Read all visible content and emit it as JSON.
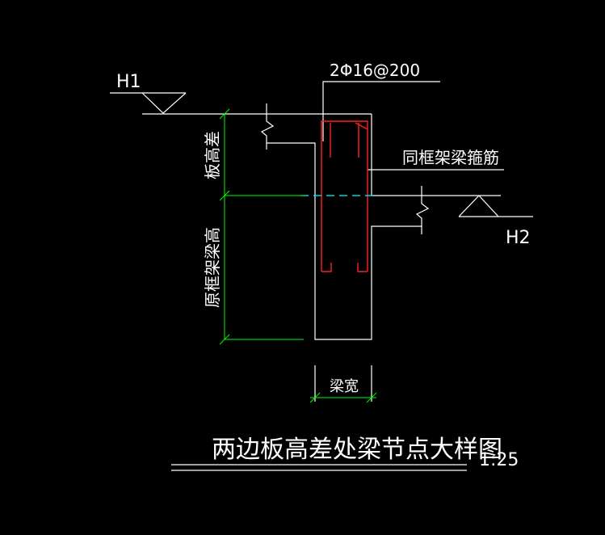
{
  "drawing": {
    "title": "两边板高差处梁节点大样图",
    "scale": "1:25",
    "labels": {
      "h1": "H1",
      "h2": "H2",
      "rebar_top": "2Φ16@200",
      "stirrup_note": "同框架梁箍筋",
      "slab_height_diff": "板高差",
      "orig_beam_height": "原框架梁高",
      "beam_width": "梁宽"
    },
    "colors": {
      "background": "#000000",
      "lines": "#ffffff",
      "dimensions": "#00ff00",
      "rebar": "#ff2020",
      "centerline": "#00ffff"
    }
  }
}
